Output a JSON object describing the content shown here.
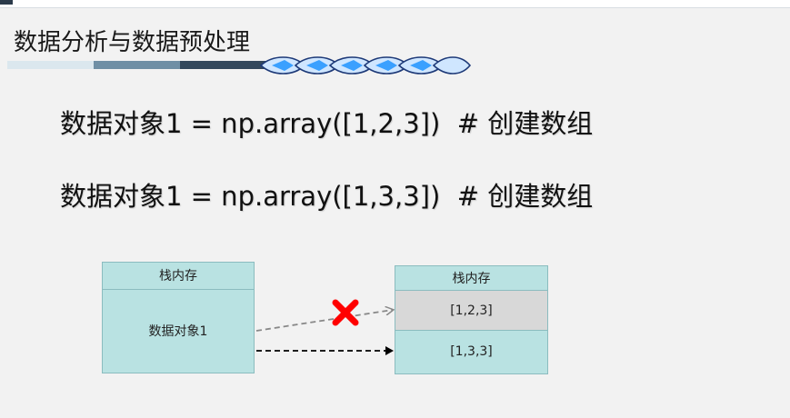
{
  "slide": {
    "title": "数据分析与数据预处理",
    "code_lines": [
      "数据对象1 = np.array([1,2,3])  # 创建数组",
      "数据对象1 = np.array([1,3,3])  # 创建数组"
    ]
  },
  "diagram": {
    "left_box": {
      "header": "栈内存",
      "body": "数据对象1"
    },
    "right_box": {
      "header": "栈内存",
      "cells": [
        "[1,2,3]",
        "[1,3,3]"
      ]
    }
  },
  "colors": {
    "box_fill": "#b9e2e2",
    "cell_gray": "#d8d8d8",
    "cross_mark": "#ff0000"
  },
  "icons": [
    "x-mark-icon",
    "decorative-wave-icon"
  ]
}
